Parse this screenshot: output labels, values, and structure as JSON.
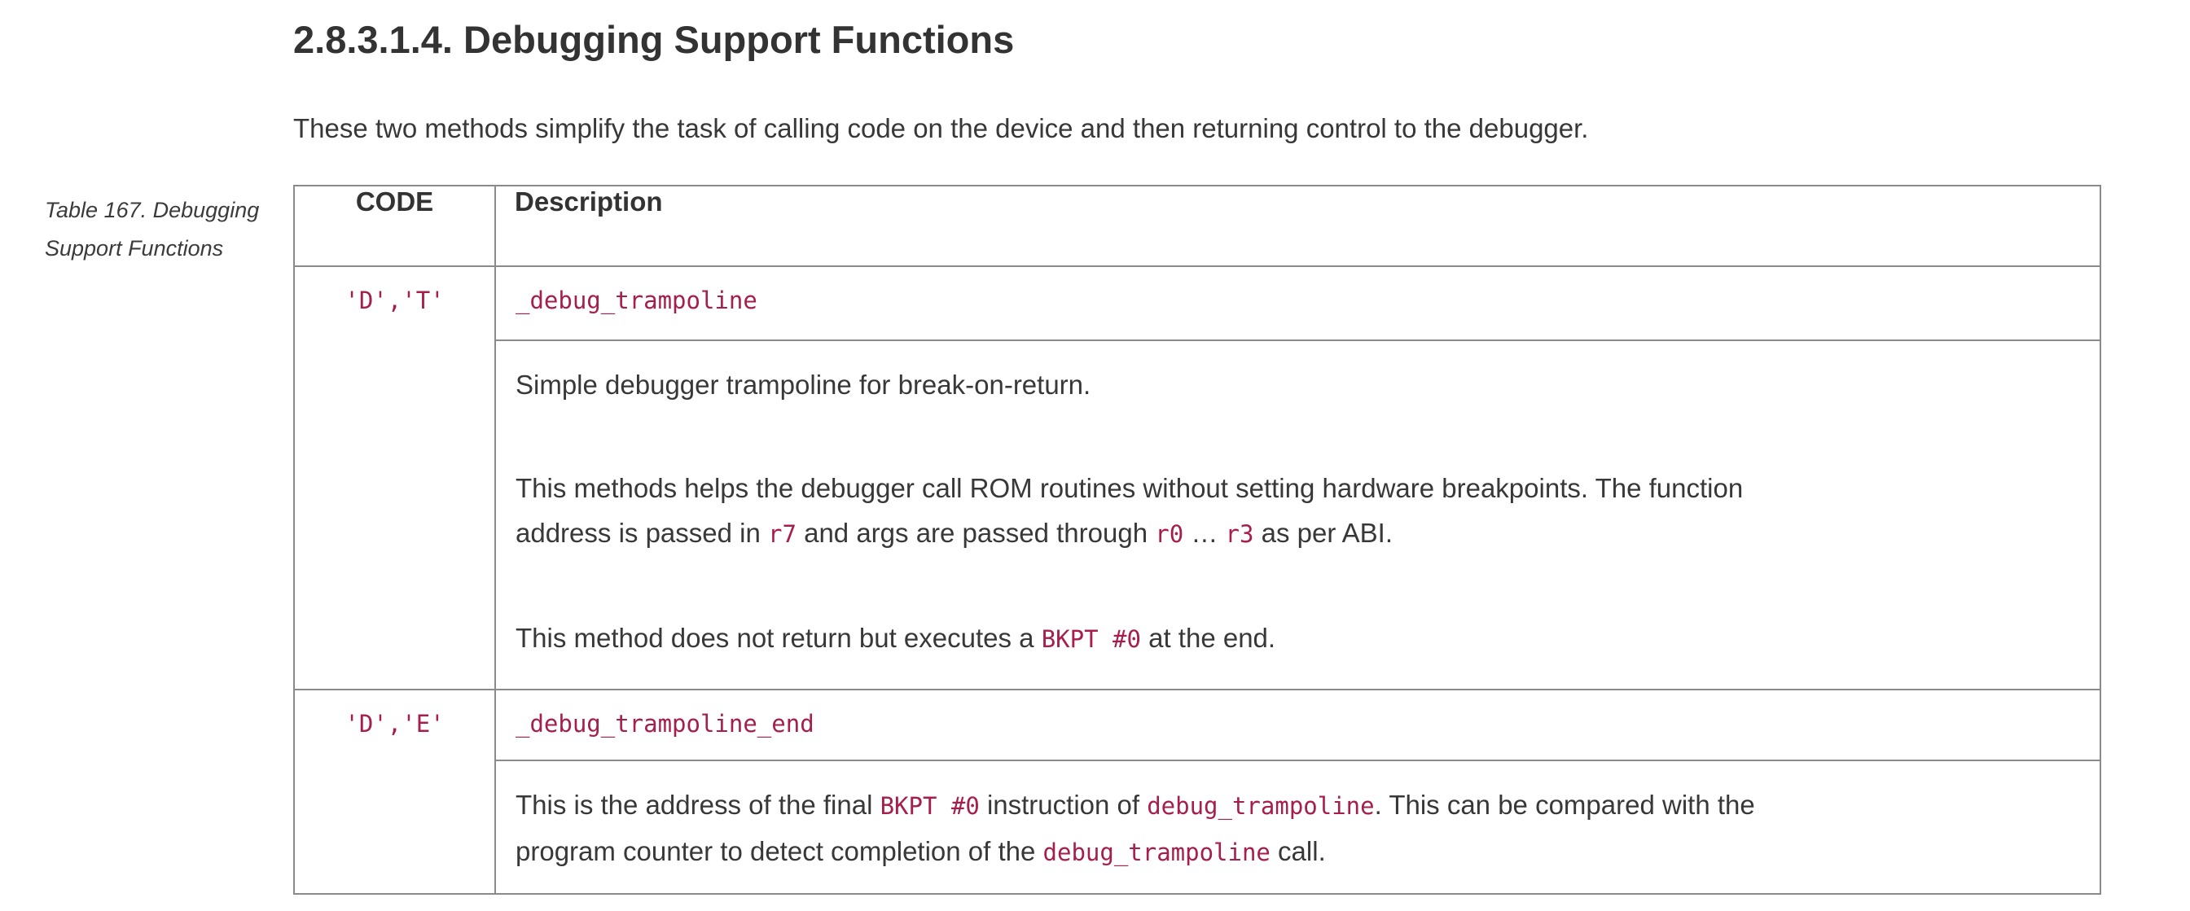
{
  "page": {
    "heading": "2.8.3.1.4. Debugging Support Functions",
    "intro": "These two methods simplify the task of calling code on the device and then returning control to the debugger."
  },
  "table": {
    "caption": "Table 167. Debugging Support Functions",
    "columns": [
      "CODE",
      "Description"
    ],
    "rows": [
      {
        "code": "'D','T'",
        "function_name": "_debug_trampoline",
        "description_paragraphs": [
          [
            {
              "t": "text",
              "v": "Simple debugger trampoline for break-on-return."
            }
          ],
          [
            {
              "t": "text",
              "v": "This methods helps the debugger call ROM routines without setting hardware breakpoints. The function\naddress is passed in "
            },
            {
              "t": "code",
              "v": "r7"
            },
            {
              "t": "text",
              "v": " and args are passed through "
            },
            {
              "t": "code",
              "v": "r0"
            },
            {
              "t": "text",
              "v": " … "
            },
            {
              "t": "code",
              "v": "r3"
            },
            {
              "t": "text",
              "v": " as per ABI."
            }
          ],
          [
            {
              "t": "text",
              "v": "This method does not return but executes a "
            },
            {
              "t": "code",
              "v": "BKPT #0"
            },
            {
              "t": "text",
              "v": " at the end."
            }
          ]
        ]
      },
      {
        "code": "'D','E'",
        "function_name": "_debug_trampoline_end",
        "description_paragraphs": [
          [
            {
              "t": "text",
              "v": "This is the address of the final "
            },
            {
              "t": "code",
              "v": "BKPT #0"
            },
            {
              "t": "text",
              "v": " instruction of "
            },
            {
              "t": "code",
              "v": "debug_trampoline"
            },
            {
              "t": "text",
              "v": ". This can be compared with the\nprogram counter to detect completion of the "
            },
            {
              "t": "code",
              "v": "debug_trampoline"
            },
            {
              "t": "text",
              "v": " call."
            }
          ]
        ]
      }
    ]
  },
  "colors": {
    "text": "#383838",
    "heading": "#333333",
    "inline_code": "#a61e4b",
    "table_border": "#8a8a8a",
    "background": "#ffffff"
  }
}
